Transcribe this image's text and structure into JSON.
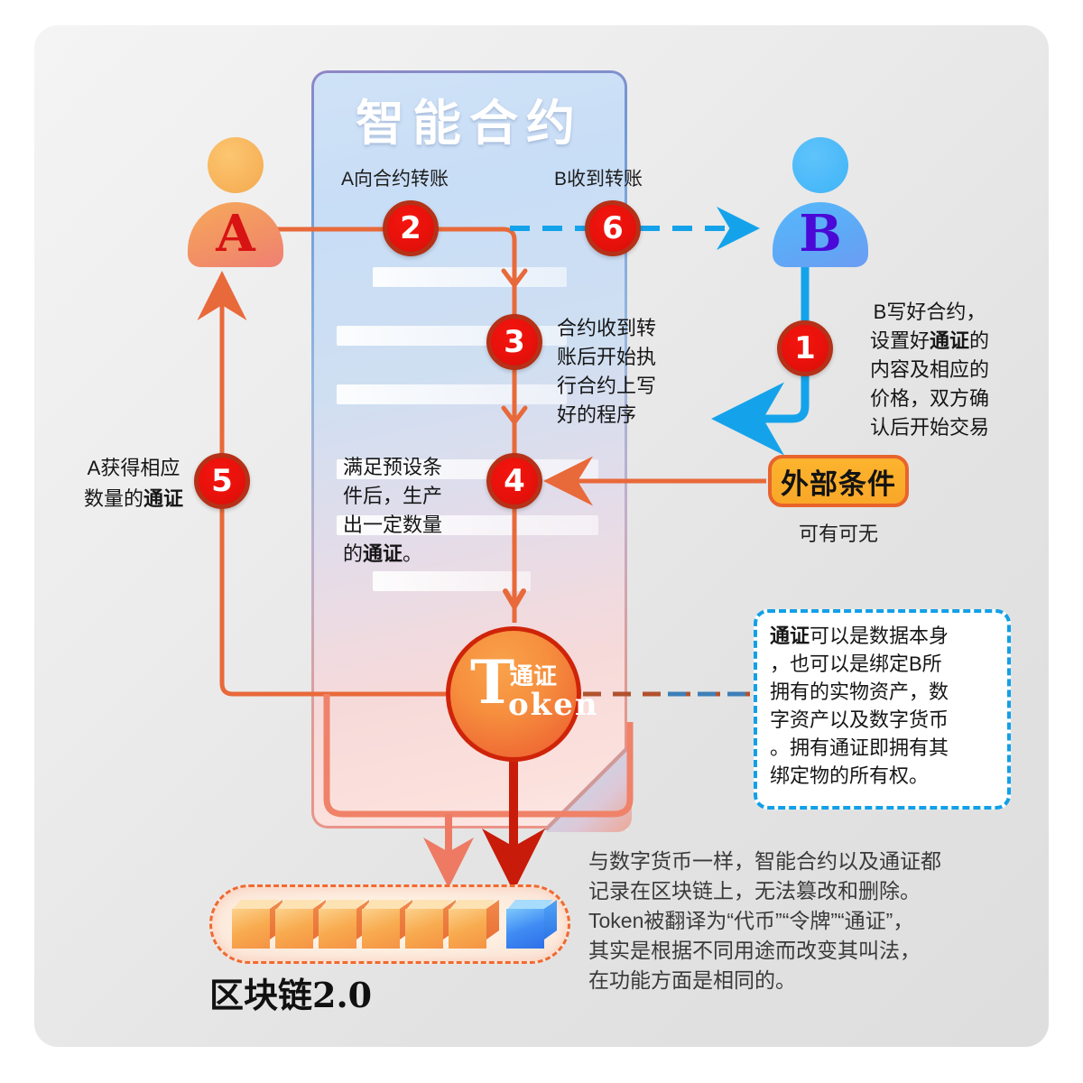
{
  "document": {
    "title": "智能合约",
    "caption_left": "A向合约转账",
    "caption_right": "B收到转账"
  },
  "actors": {
    "a": {
      "letter": "A",
      "name": "person-a"
    },
    "b": {
      "letter": "B",
      "name": "person-b"
    }
  },
  "steps": [
    {
      "number": "1",
      "note": "B写好合约，设置好通证的内容及相应的价格，双方确认后开始交易"
    },
    {
      "number": "2",
      "note": "A向合约转账"
    },
    {
      "number": "3",
      "note": "合约收到转账后开始执行合约上写好的程序"
    },
    {
      "number": "4",
      "note": "满足预设条件后，生产出一定数量的通证。"
    },
    {
      "number": "5",
      "note": "A获得相应数量的通证"
    },
    {
      "number": "6",
      "note": "B收到转账"
    }
  ],
  "step_numbers": {
    "s1": "1",
    "s2": "2",
    "s3": "3",
    "s4": "4",
    "s5": "5",
    "s6": "6"
  },
  "notes": {
    "step1": {
      "line1": "B写好合约，",
      "line2_a": "设置好",
      "line2_b": "通证",
      "line2_c": "的",
      "line3": "内容及相应的",
      "line4": "价格，双方确",
      "line5": "认后开始交易"
    },
    "step3": {
      "line1": "合约收到转",
      "line2": "账后开始执",
      "line3": "行合约上写",
      "line4": "好的程序"
    },
    "step4": {
      "line1": "满足预设条",
      "line2": "件后，生产",
      "line3": "出一定数量",
      "line4_a": "的",
      "line4_b": "通证",
      "line4_c": "。"
    },
    "step5": {
      "line1": "A获得相应",
      "line2_a": "数量的",
      "line2_b": "通证"
    }
  },
  "token": {
    "letter_t": "T",
    "chinese": "通证",
    "rest": "oken"
  },
  "external": {
    "label": "外部条件",
    "sub": "可有可无"
  },
  "token_note": {
    "l1_bold": "通证",
    "l1": "可以是数据本身",
    "l2": "，也可以是绑定B所",
    "l3": "拥有的实物资产，数",
    "l4": "字资产以及数字货币",
    "l5": "。拥有通证即拥有其",
    "l6": "绑定物的所有权。"
  },
  "blockchain": {
    "label": "区块链2.0"
  },
  "bottom_note": {
    "l1": "与数字货币一样，智能合约以及通证都",
    "l2": "记录在区块链上，无法篡改和删除。",
    "l3": "Token被翻译为“代币”“令牌”“通证”，",
    "l4": "其实是根据不同用途而改变其叫法，",
    "l5": "在功能方面是相同的。"
  },
  "colors": {
    "orange_line": "#e8693a",
    "blue_line": "#14a3ea",
    "red_step": "#e8110b",
    "step_ring": "#b53118",
    "token_orange": "#f68f3e",
    "token_ring": "#cf2409",
    "ext_yellow": "#f9a728",
    "deep_red_arrow": "#c81b0a",
    "salmon_arrow": "#ee7a63"
  }
}
